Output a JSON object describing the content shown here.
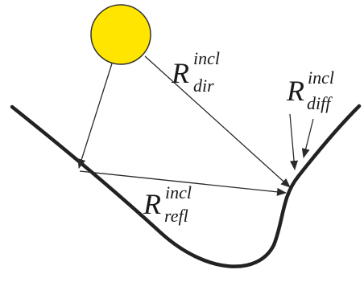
{
  "labels": {
    "direct": {
      "main": "R",
      "sup": "incl",
      "sub": "dir"
    },
    "diffuse": {
      "main": "R",
      "sup": "incl",
      "sub": "diff"
    },
    "reflected": {
      "main": "R",
      "sup": "incl",
      "sub": "refl"
    }
  },
  "colors": {
    "sun_fill": "#ffe500",
    "sun_stroke": "#333333",
    "ground": "#222222",
    "arrow": "#2a2a2a",
    "text": "#1a1a1a"
  },
  "icons": {
    "sun": "sun-icon"
  }
}
